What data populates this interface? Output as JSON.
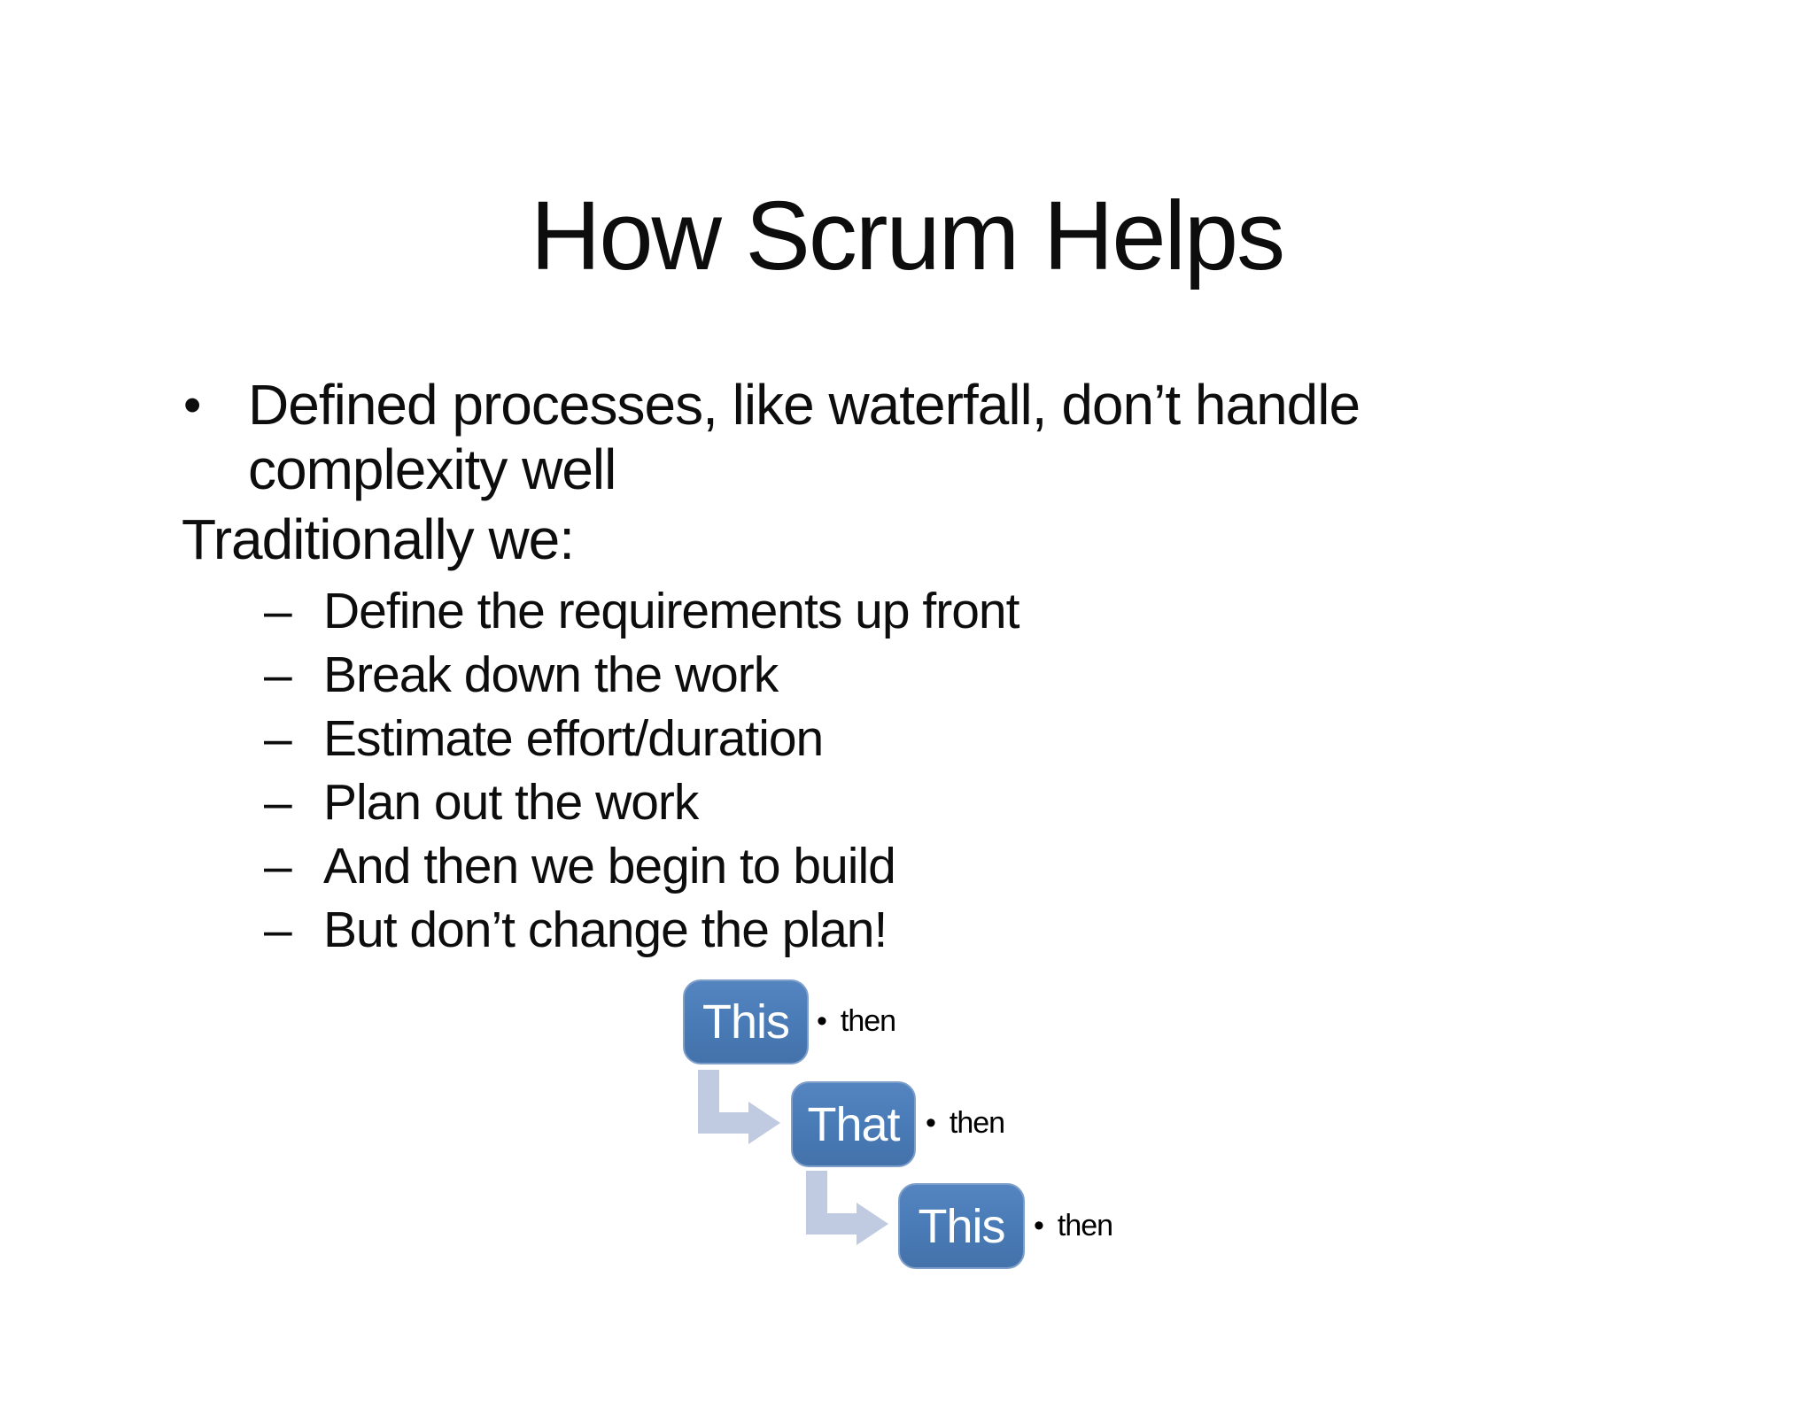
{
  "slide": {
    "title": "How Scrum Helps",
    "main_bullet": {
      "marker": "•",
      "line1": "Defined processes, like waterfall, don’t handle",
      "line2": "complexity well"
    },
    "paragraph": "Traditionally we:",
    "sub_bullets": {
      "marker": "–",
      "items": [
        "Define the requirements up front",
        "Break down the work",
        "Estimate effort/duration",
        "Plan out the work",
        "And then we begin to build",
        "But don’t change the plan!"
      ]
    },
    "diagram": {
      "boxes": [
        {
          "label": "This"
        },
        {
          "label": "That"
        },
        {
          "label": "This"
        }
      ],
      "then": {
        "marker": "•",
        "label": "then"
      },
      "colors": {
        "background": "#ffffff",
        "text": "#0d0d0d",
        "box_fill": "#4a7cb8",
        "box_border": "#7f9fcb",
        "box_text": "#ffffff",
        "arrow": "#c0cbe1"
      }
    }
  }
}
